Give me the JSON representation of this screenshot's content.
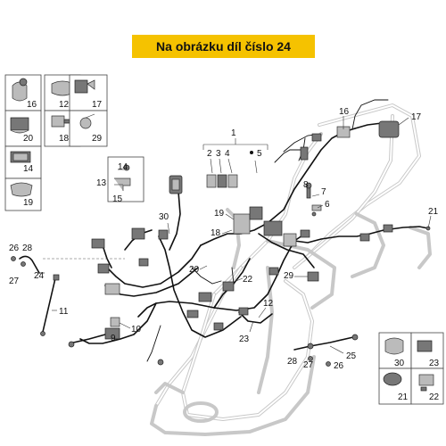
{
  "banner": {
    "text": "Na obrázku díl číslo 24",
    "color": "#f5c200"
  },
  "callouts": {
    "c1": "1",
    "c2": "2",
    "c3": "3",
    "c4": "4",
    "c5": "5",
    "c6": "6",
    "c7": "7",
    "c8": "8",
    "c9": "9",
    "c10": "10",
    "c11": "11",
    "c12": "12",
    "c13": "13",
    "c14": "14",
    "c15": "15",
    "c16": "16",
    "c17": "17",
    "c18": "18",
    "c19": "19",
    "c20": "20",
    "c21": "21",
    "c22": "22",
    "c23": "23",
    "c24": "24",
    "c25": "25",
    "c26": "26",
    "c27": "27",
    "c28": "28",
    "c29": "29",
    "c30": "30"
  }
}
